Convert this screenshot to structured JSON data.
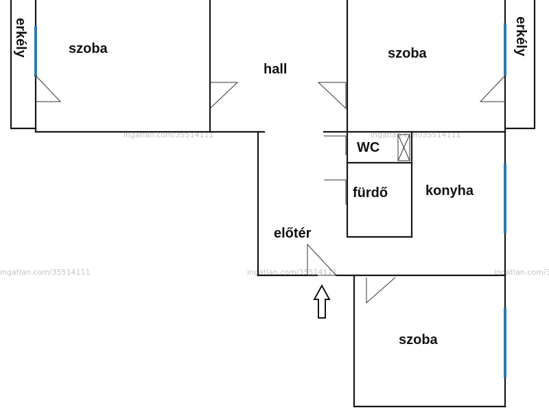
{
  "floor_plan": {
    "rooms": {
      "bedroom_nw": "szoba",
      "hall": "hall",
      "bedroom_ne": "szoba",
      "balcony_w": "erkély",
      "balcony_e": "erkély",
      "wc": "WC",
      "bathroom": "fürdő",
      "kitchen": "konyha",
      "entry": "előtér",
      "bedroom_s": "szoba"
    },
    "watermark": "ingatlan.com/35514111",
    "colors": {
      "walls": "#151515",
      "windows": "#2f7aa6",
      "watermark": "#bfc3c7"
    },
    "icons": {
      "entrance": "entrance-arrow-icon",
      "wc_fixture": "wc-fixture-icon"
    }
  }
}
